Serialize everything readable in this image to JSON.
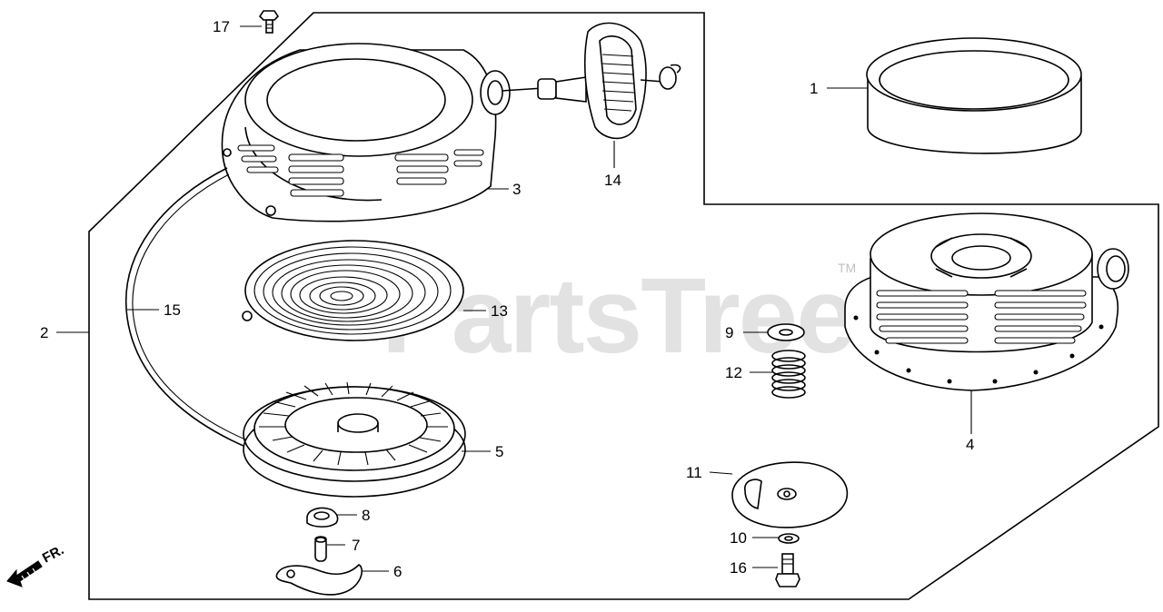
{
  "watermark": {
    "text": "PartsTree",
    "tm": "TM"
  },
  "direction": {
    "label": "FR."
  },
  "callouts": [
    {
      "id": "1",
      "label": "1"
    },
    {
      "id": "2",
      "label": "2"
    },
    {
      "id": "3",
      "label": "3"
    },
    {
      "id": "4",
      "label": "4"
    },
    {
      "id": "5",
      "label": "5"
    },
    {
      "id": "6",
      "label": "6"
    },
    {
      "id": "7",
      "label": "7"
    },
    {
      "id": "8",
      "label": "8"
    },
    {
      "id": "9",
      "label": "9"
    },
    {
      "id": "10",
      "label": "10"
    },
    {
      "id": "11",
      "label": "11"
    },
    {
      "id": "12",
      "label": "12"
    },
    {
      "id": "13",
      "label": "13"
    },
    {
      "id": "14",
      "label": "14"
    },
    {
      "id": "15",
      "label": "15"
    },
    {
      "id": "16",
      "label": "16"
    },
    {
      "id": "17",
      "label": "17"
    }
  ]
}
